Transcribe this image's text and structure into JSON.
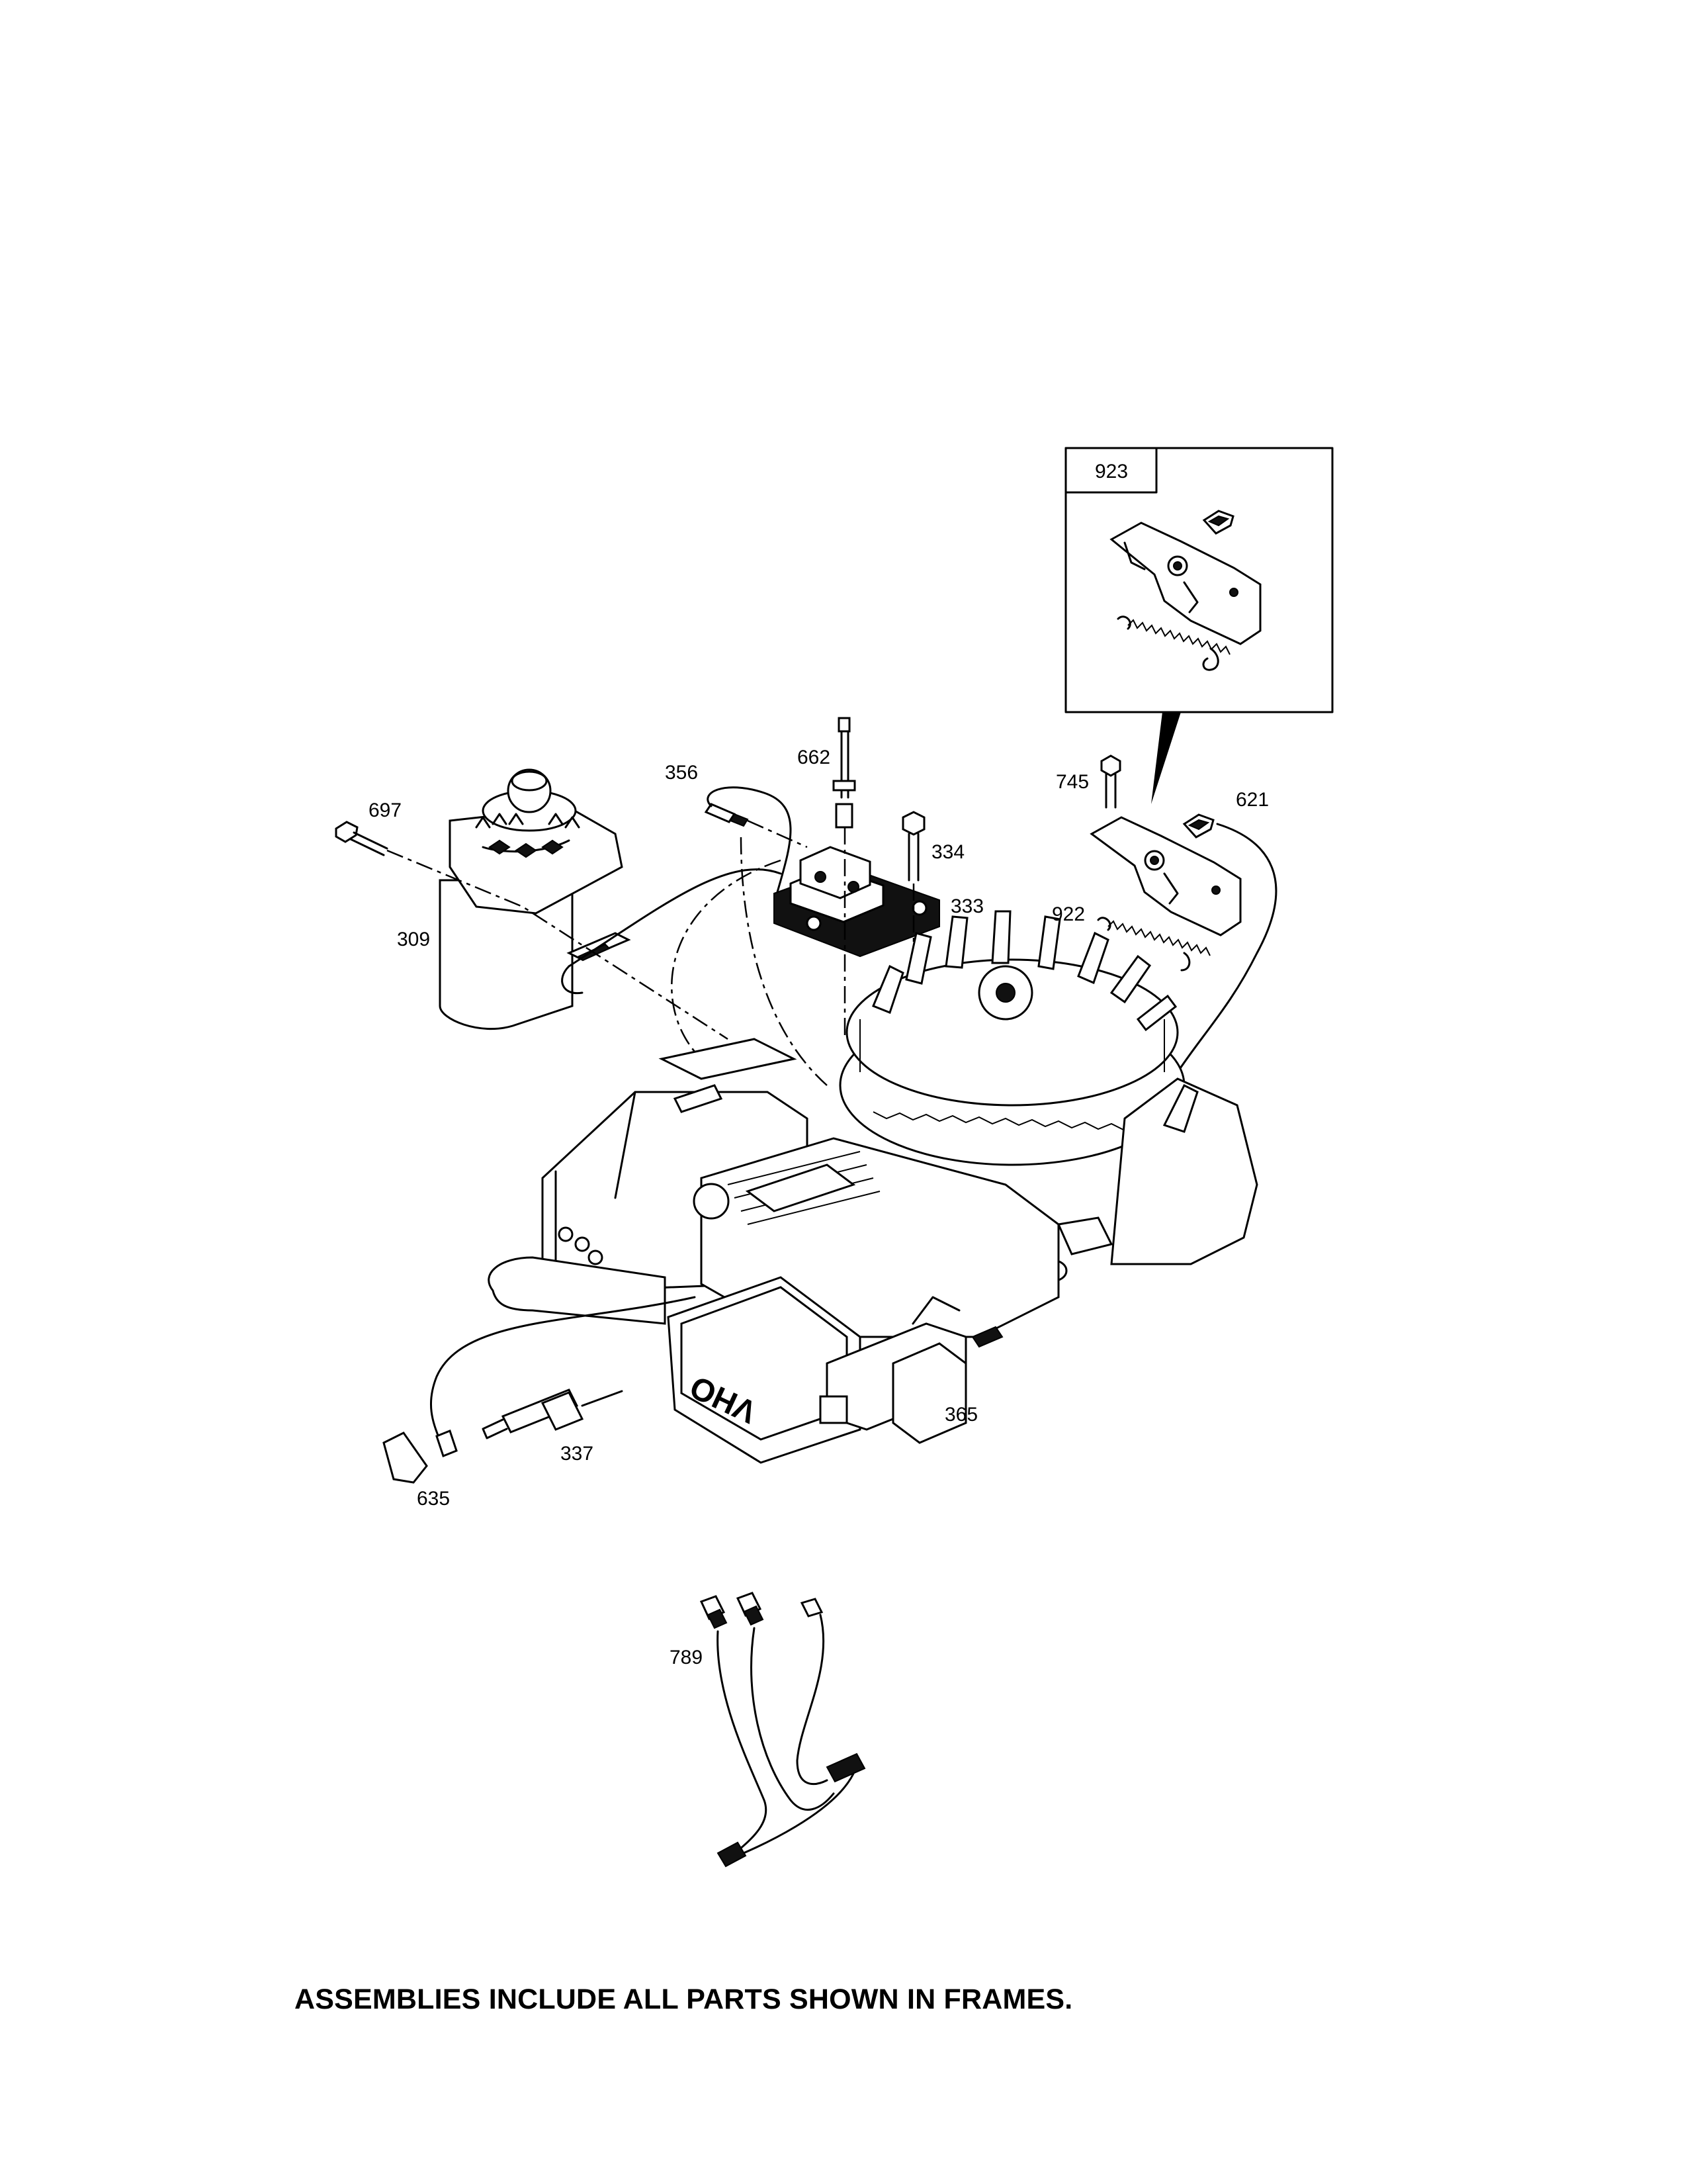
{
  "diagram": {
    "callouts": {
      "p923": "923",
      "p662": "662",
      "p356": "356",
      "p745": "745",
      "p621": "621",
      "p697": "697",
      "p334": "334",
      "p333": "333",
      "p922": "922",
      "p309": "309",
      "p365": "365",
      "p337": "337",
      "p635": "635",
      "p789": "789"
    },
    "inset_frame_label": "923",
    "engine_cover_text": "OHV"
  },
  "footer": {
    "note": "ASSEMBLIES INCLUDE ALL PARTS SHOWN IN FRAMES."
  }
}
